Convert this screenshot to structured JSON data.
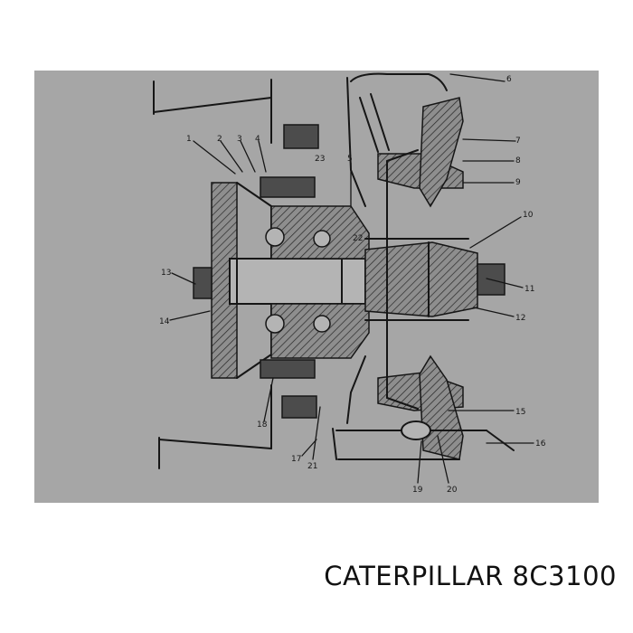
{
  "diagram": {
    "background_color": "#a6a6a6",
    "line_color": "#161616",
    "part_labels": [
      "1",
      "2",
      "3",
      "4",
      "5",
      "6",
      "7",
      "8",
      "9",
      "10",
      "11",
      "12",
      "13",
      "14",
      "15",
      "16",
      "17",
      "18",
      "19",
      "20",
      "21",
      "22",
      "23"
    ]
  },
  "caption": {
    "text": "CATERPILLAR 8C3100"
  }
}
